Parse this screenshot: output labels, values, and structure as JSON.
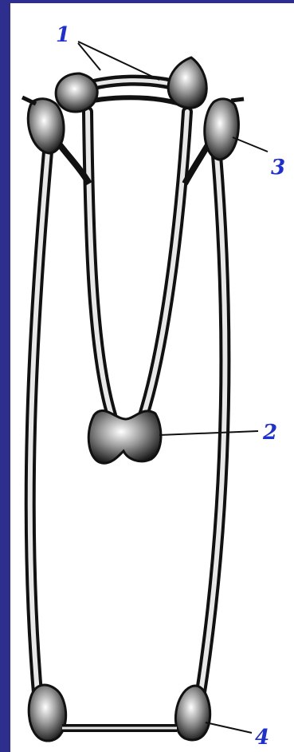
{
  "diagram": {
    "labels": [
      {
        "id": "label-1",
        "text": "1"
      },
      {
        "id": "label-2",
        "text": "2"
      },
      {
        "id": "label-3",
        "text": "3"
      },
      {
        "id": "label-4",
        "text": "4"
      }
    ],
    "colors": {
      "background_border": "#2e2e8f",
      "label": "#1f2fd6",
      "ink": "#111111",
      "paper": "#ffffff"
    }
  }
}
